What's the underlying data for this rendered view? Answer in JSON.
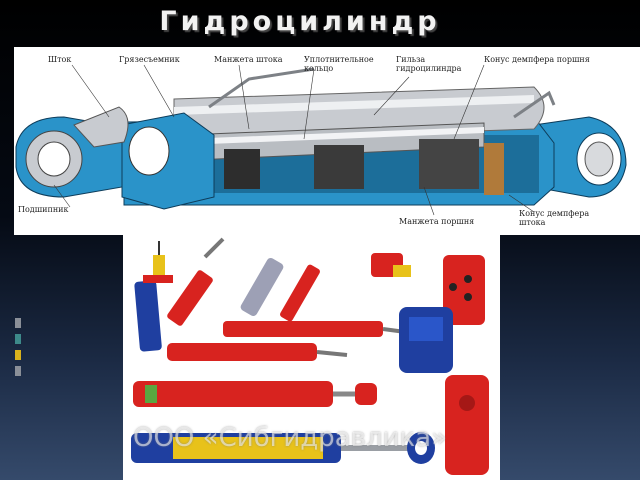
{
  "title": "Гидроцилиндр",
  "colors": {
    "background_top": "#000000",
    "background_bottom": "#354a6b",
    "section_blue": "#2a93c9",
    "metal_grey": "#c8cbd0",
    "cylinder_red": "#d8231f",
    "cylinder_blue": "#1f3fa0",
    "accent_green": "#5aa640",
    "accent_yellow": "#e8c21a"
  },
  "diagram": {
    "labels": {
      "shtok": "Шток",
      "gryazesemnik": "Грязесъемник",
      "manzheta_shtoka": "Манжета штока",
      "uplotnitelnoe_koltso": "Уплотнительное\nкольцо",
      "gilza": "Гильза\nгидроцилиндра",
      "konus_porshnya": "Конус демпфера поршня",
      "podshipnik": "Подшипник",
      "manzheta_porshnya": "Манжета поршня",
      "konus_shtoka": "Конус демпфера\nштока"
    }
  },
  "products": {
    "watermark": "ООО «Сибгидравлика»"
  }
}
